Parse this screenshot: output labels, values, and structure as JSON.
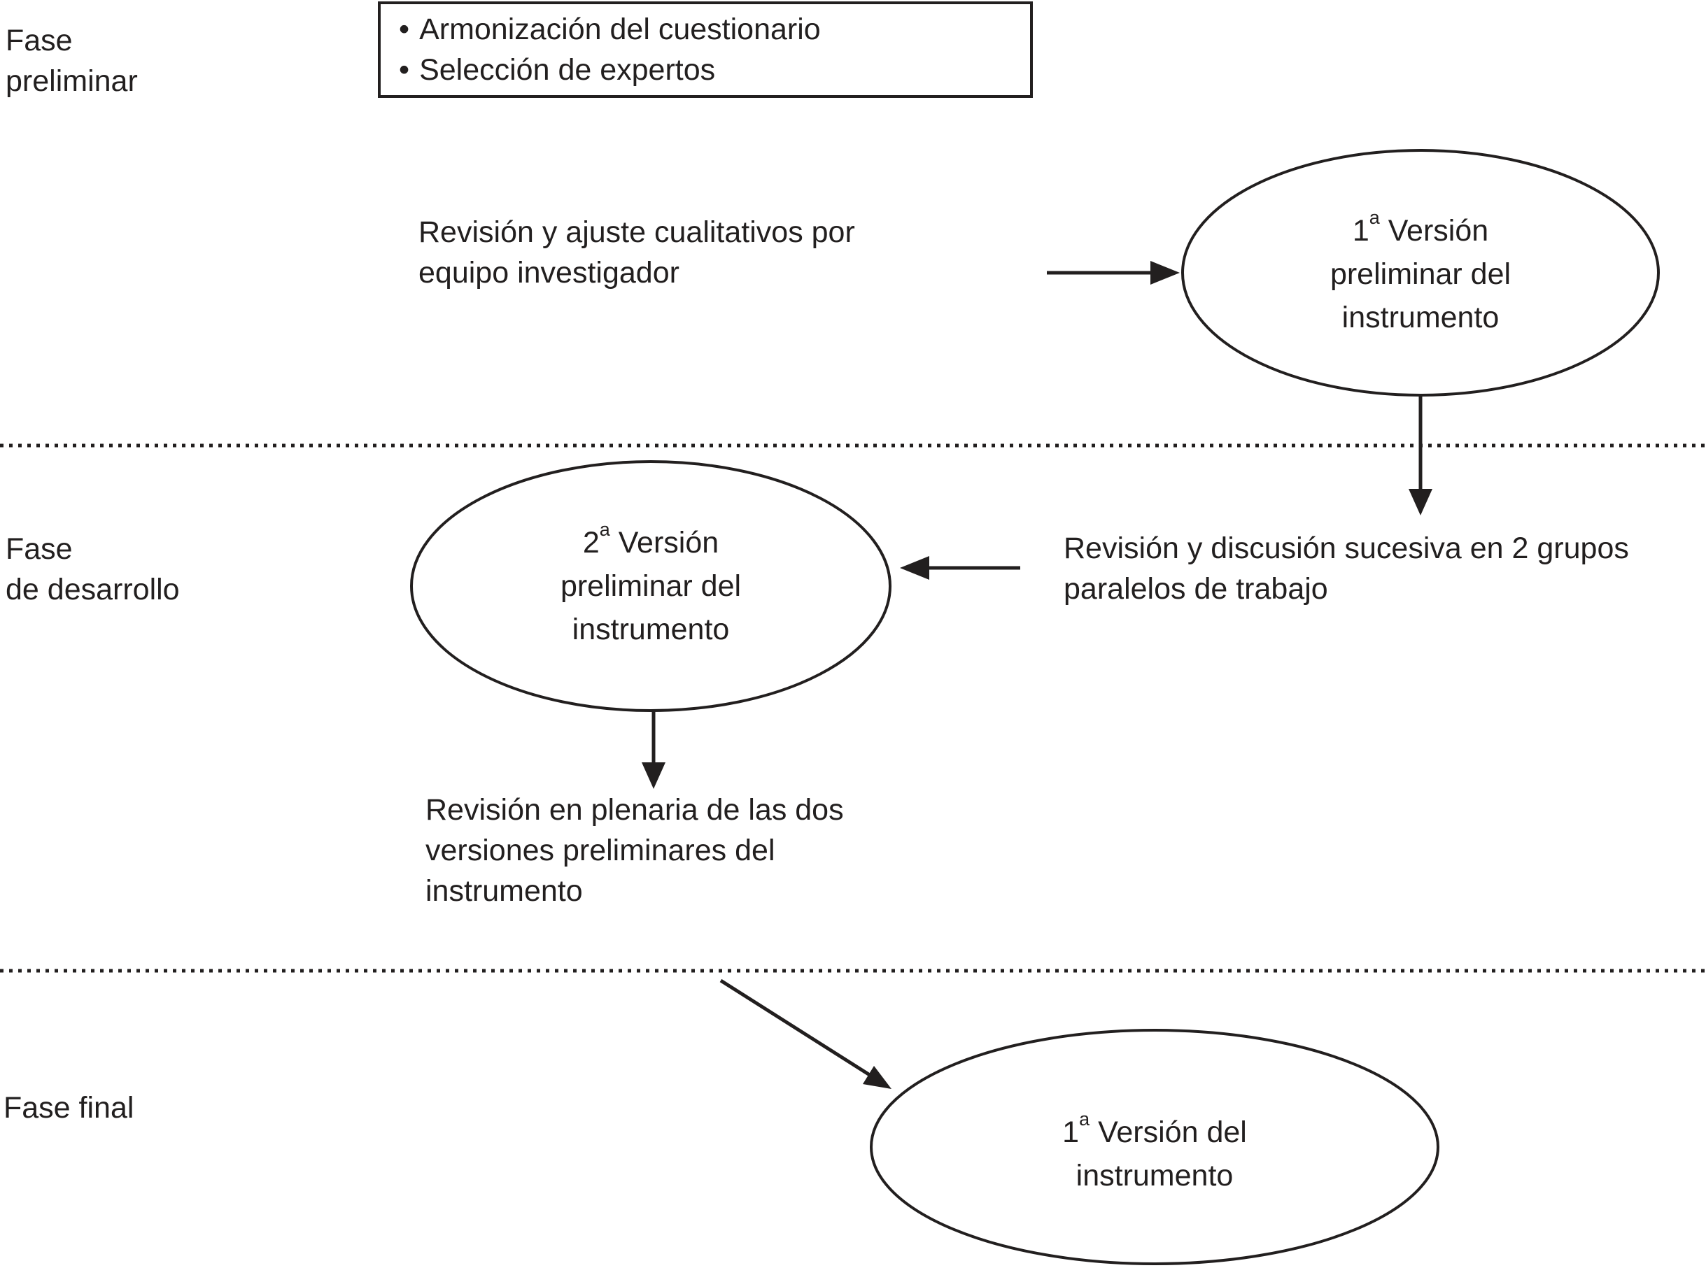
{
  "colors": {
    "background": "#ffffff",
    "ink": "#221f1f"
  },
  "phases": {
    "preliminary": {
      "lines": [
        "Fase",
        "preliminar"
      ]
    },
    "development": {
      "lines": [
        "Fase",
        "de desarrollo"
      ]
    },
    "final": {
      "lines": [
        "Fase final"
      ]
    }
  },
  "task_box": {
    "bullet": "•",
    "items": [
      "Armonización del cuestionario",
      "Selección de expertos"
    ]
  },
  "texts": {
    "qualitative_review": {
      "lines": [
        "Revisión y ajuste cualitativos por",
        "equipo investigador"
      ]
    },
    "group_discussion": {
      "lines": [
        "Revisión y discusión sucesiva en 2 grupos",
        "paralelos de trabajo"
      ]
    },
    "plenary_review": {
      "lines": [
        "Revisión en plenaria de las dos",
        "versiones preliminares del",
        "instrumento"
      ]
    }
  },
  "ellipses": {
    "first_preliminary": {
      "number": "1",
      "ordinal": "a",
      "title_rest": " Versión",
      "line2": "preliminar del",
      "line3": "instrumento"
    },
    "second_preliminary": {
      "number": "2",
      "ordinal": "a",
      "title_rest": " Versión",
      "line2": "preliminar del",
      "line3": "instrumento"
    },
    "final_version": {
      "number": "1",
      "ordinal": "a",
      "title_rest": " Versión del",
      "line2": "instrumento"
    }
  }
}
